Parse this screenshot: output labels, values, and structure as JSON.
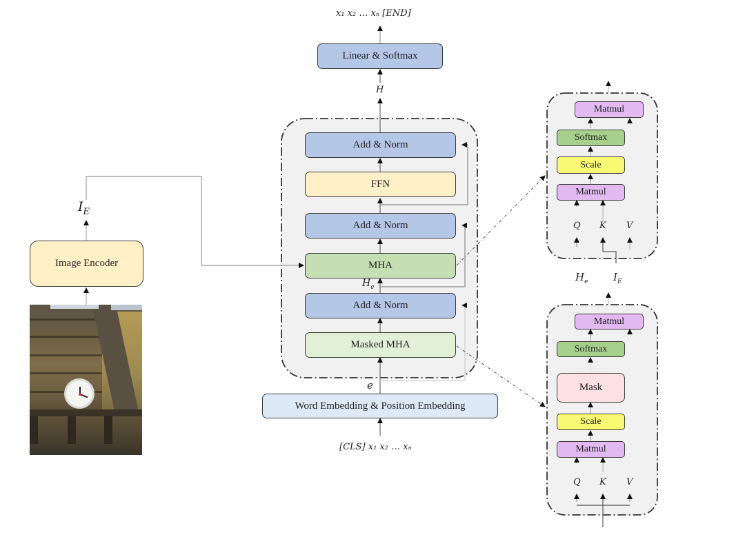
{
  "decoder": {
    "output_tokens": "x₁ x₂ … xₙ [END]",
    "linear_softmax": "Linear & Softmax",
    "hidden_label": "H",
    "add_norm_top": "Add & Norm",
    "ffn": "FFN",
    "add_norm_mid": "Add & Norm",
    "mha": "MHA",
    "he_label": "H",
    "he_sub": "e",
    "add_norm_bottom": "Add & Norm",
    "masked_mha": "Masked MHA",
    "embedding_label": "e",
    "embedding": "Word Embedding & Position Embedding",
    "input_tokens": "[CLS] x₁ x₂ … xₙ"
  },
  "encoder": {
    "image_encoder": "Image Encoder",
    "ie_label": "I",
    "ie_sub": "E",
    "image_description": "photo of a white wall clock on weathered wooden planks"
  },
  "cross_attention_detail": {
    "matmul_top": "Matmul",
    "softmax": "Softmax",
    "scale": "Scale",
    "matmul_bottom": "Matmul",
    "q": "Q",
    "k": "K",
    "v": "V",
    "he_label": "H",
    "he_sub": "e",
    "ie_label": "I",
    "ie_sub": "E"
  },
  "masked_attention_detail": {
    "matmul_top": "Matmul",
    "softmax": "Softmax",
    "mask": "Mask",
    "scale": "Scale",
    "matmul_bottom": "Matmul",
    "q": "Q",
    "k": "K",
    "v": "V"
  },
  "colors": {
    "add_norm": "#b4c7e7",
    "ffn": "#fff0c8",
    "mha": "#c5dfb2",
    "masked_mha": "#e3f0d8",
    "embedding": "#dde9f5",
    "matmul": "#e3b9f2",
    "softmax": "#a8d08d",
    "scale": "#f9f871",
    "mask": "#fde0e2",
    "panel": "#f1f1f1"
  }
}
